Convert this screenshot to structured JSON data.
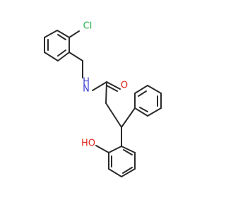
{
  "molecule": {
    "labels": {
      "chlorine": "Cl",
      "nitrogen_hydrogen": "N\nH",
      "nitrogen": "N",
      "hydrogen_on_nitrogen": "H",
      "oxygen_carbonyl": "O",
      "hydroxyl": "HO"
    },
    "colors": {
      "bond": "#2b2b2b",
      "chlorine": "#22b14c",
      "nitrogen": "#3b3bd1",
      "oxygen": "#e1251b",
      "background": "#ffffff"
    }
  }
}
